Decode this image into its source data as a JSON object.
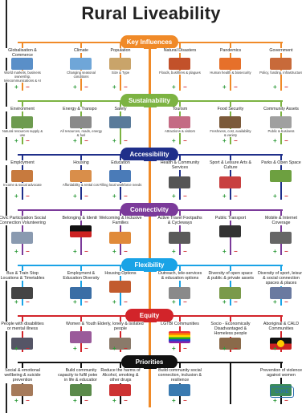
{
  "title": "Rural Liveability",
  "colors": {
    "orange": "#f08a28",
    "green": "#7cb342",
    "navy": "#1f2f8a",
    "purple": "#7b3a9a",
    "skyblue": "#1aa3e6",
    "red": "#d2242a",
    "black": "#111111",
    "plus": "#2e9a3a",
    "minus": "#d2242a"
  },
  "sign_plus": "+",
  "sign_minus": "−",
  "rows": [
    {
      "hub": "Key Influences",
      "items": [
        {
          "label": "Globalisation & Commerce",
          "sub": "World markets, business ownership, telecommunications & AI",
          "icon": "globe-icon"
        },
        {
          "label": "Climate",
          "sub": "Changing seasonal conditions",
          "icon": "weather-icon"
        },
        {
          "label": "Population",
          "sub": "Size & Type",
          "icon": "people-icon"
        },
        {
          "label": "Natural Disasters",
          "sub": "Floods, bushfires & plagues",
          "icon": "fire-icon"
        },
        {
          "label": "Pandemics",
          "sub": "Human health & biosecurity",
          "icon": "virus-icon"
        },
        {
          "label": "Government",
          "sub": "Policy, funding, infrastructure",
          "icon": "building-icon"
        }
      ]
    },
    {
      "hub": "Sustainability",
      "items": [
        {
          "label": "Environment",
          "sub": "Natural resources supply & use",
          "icon": "landscape-icon"
        },
        {
          "label": "Energy & Transport",
          "sub": "All resources, roads, energy & fuel",
          "icon": "energy-icon"
        },
        {
          "label": "Safety",
          "sub": "",
          "icon": "police-icon"
        },
        {
          "label": "Tourism",
          "sub": "Attractions & visitors",
          "icon": "tourism-icon"
        },
        {
          "label": "Food Security",
          "sub": "Freshness, cost, availability & variety",
          "icon": "food-icon"
        },
        {
          "label": "Community Assets",
          "sub": "Public & business",
          "icon": "houses-icon"
        }
      ]
    },
    {
      "hub": "Accessibility",
      "items": [
        {
          "label": "Employment",
          "sub": "Income & social advocate",
          "icon": "worker-icon"
        },
        {
          "label": "Housing",
          "sub": "Affordability & rental cost",
          "icon": "house-icon"
        },
        {
          "label": "Education",
          "sub": "Filling local workforce needs",
          "icon": "school-icon"
        },
        {
          "label": "Health & Community Services",
          "sub": "",
          "icon": "health-icon"
        },
        {
          "label": "Sport & Leisure Arts & Culture",
          "sub": "",
          "icon": "sport-icon"
        },
        {
          "label": "Parks & Open Space",
          "sub": "",
          "icon": "park-icon"
        }
      ]
    },
    {
      "hub": "Connectivity",
      "items": [
        {
          "label": "Civic Participation Social Connection Volunteering",
          "sub": "",
          "icon": "group-icon"
        },
        {
          "label": "Belonging & Identity",
          "sub": "",
          "icon": "flag-icon"
        },
        {
          "label": "Welcoming & Inclusive Families",
          "sub": "",
          "icon": "family-icon"
        },
        {
          "label": "Active Travel Footpaths & Cycleways",
          "sub": "",
          "icon": "cycle-icon"
        },
        {
          "label": "Public Transport",
          "sub": "",
          "icon": "bus-icon"
        },
        {
          "label": "Mobile & Internet Coverage",
          "sub": "",
          "icon": "mobile-icon"
        }
      ]
    },
    {
      "hub": "Flexibility",
      "items": [
        {
          "label": "Bus & Train Stop Locations & Timetables",
          "sub": "",
          "icon": "stop-icon"
        },
        {
          "label": "Employment & Education Diversity",
          "sub": "",
          "icon": "diversity-icon"
        },
        {
          "label": "Housing Options",
          "sub": "",
          "icon": "housing-options-icon"
        },
        {
          "label": "Outreach, tele-services & education options",
          "sub": "",
          "icon": "outreach-icon"
        },
        {
          "label": "Diversity of open space & public & private assets",
          "sub": "",
          "icon": "space-icon"
        },
        {
          "label": "Diversity of sport, leisure & social connection spaces & places",
          "sub": "",
          "icon": "leisure-icon"
        }
      ]
    },
    {
      "hub": "Equity",
      "items": [
        {
          "label": "People with disabilities or mental illness",
          "sub": "",
          "icon": "wheelchair-icon"
        },
        {
          "label": "Women & Youth",
          "sub": "",
          "icon": "women-icon"
        },
        {
          "label": "Elderly, lonely & isolated people",
          "sub": "",
          "icon": "elderly-icon"
        },
        {
          "label": "LGTBI Communities",
          "sub": "",
          "icon": "rainbow-icon"
        },
        {
          "label": "Socio - Economically Disadvantaged & Homeless people",
          "sub": "",
          "icon": "homeless-icon"
        },
        {
          "label": "Aboriginal & CALD Communities",
          "sub": "",
          "icon": "aboriginal-flag-icon"
        }
      ]
    },
    {
      "hub": "Priorities",
      "items": [
        {
          "label": "Social & emotional wellbeing & suicide prevention",
          "sub": "",
          "icon": "wellbeing-icon"
        },
        {
          "label": "Build community capacity to fulfil potential in life & education",
          "sub": "",
          "icon": "capacity-icon"
        },
        {
          "label": "Reduce the harms of Alcohol, smoking & other drugs",
          "sub": "",
          "icon": "harm-icon"
        },
        {
          "label": "Build community social connection, inclusion & resilience",
          "sub": "",
          "icon": "community-icon"
        },
        {
          "label": "",
          "sub": "",
          "icon": "blank"
        },
        {
          "label": "Prevention of violence against women",
          "sub": "",
          "icon": "prevention-icon"
        }
      ]
    }
  ],
  "logo_text": "CORE"
}
